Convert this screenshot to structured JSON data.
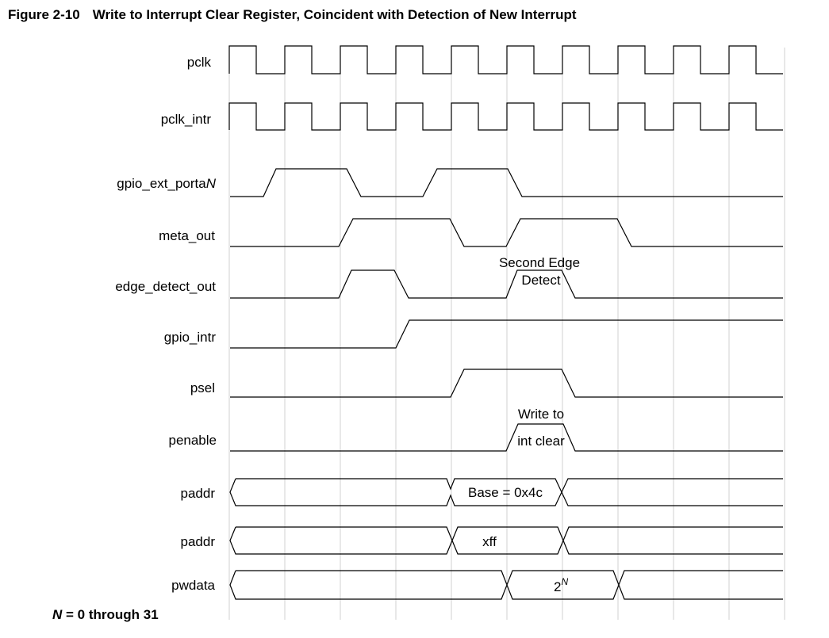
{
  "figure": {
    "number": "Figure 2-10",
    "title": "Write to Interrupt Clear Register, Coincident with Detection of New Interrupt"
  },
  "footnote": {
    "var": "N",
    "text": " = 0 through 31"
  },
  "signals": [
    {
      "id": "pclk",
      "label": "pclk",
      "label_main": "pclk",
      "label_italic": ""
    },
    {
      "id": "pclk_intr",
      "label": "pclk_intr",
      "label_main": "pclk_intr",
      "label_italic": ""
    },
    {
      "id": "gpio_ext_porta",
      "label": "gpio_ext_portaN",
      "label_main": "gpio_ext_porta",
      "label_italic": "N"
    },
    {
      "id": "meta_out",
      "label": "meta_out",
      "label_main": "meta_out",
      "label_italic": ""
    },
    {
      "id": "edge_detect_out",
      "label": "edge_detect_out",
      "label_main": "edge_detect_out",
      "label_italic": ""
    },
    {
      "id": "gpio_intr",
      "label": "gpio_intr",
      "label_main": "gpio_intr",
      "label_italic": ""
    },
    {
      "id": "psel",
      "label": "psel",
      "label_main": "psel",
      "label_italic": ""
    },
    {
      "id": "penable",
      "label": "penable",
      "label_main": "penable",
      "label_italic": ""
    },
    {
      "id": "paddr_1",
      "label": "paddr",
      "label_main": "paddr",
      "label_italic": ""
    },
    {
      "id": "paddr_2",
      "label": "paddr",
      "label_main": "paddr",
      "label_italic": ""
    },
    {
      "id": "pwdata",
      "label": "pwdata",
      "label_main": "pwdata",
      "label_italic": ""
    }
  ],
  "bus_values": {
    "paddr_1": "Base = 0x4c",
    "paddr_2": "xff",
    "pwdata_base": "2",
    "pwdata_sup": "N"
  },
  "annotations": {
    "edge_line1": "Second Edge",
    "edge_line2": "Detect",
    "write_line1": "Write to",
    "write_line2": "int clear"
  }
}
